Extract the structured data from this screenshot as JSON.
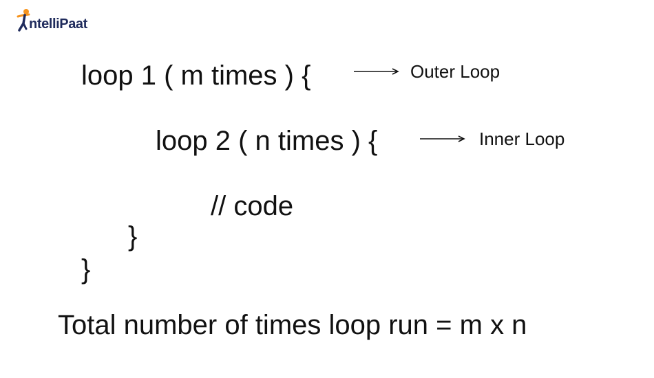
{
  "logo": {
    "brand": "IntelliPaat",
    "text": "ntelliPaat",
    "brand_color": "#1f2b5c",
    "accent_color": "#f7941d"
  },
  "code": {
    "outer_open": "loop 1  ( m times ) {",
    "inner_open": "loop 2  ( n times ) {",
    "body": "// code",
    "inner_close": "}",
    "outer_close": "}"
  },
  "labels": {
    "outer": "Outer Loop",
    "inner": "Inner Loop"
  },
  "summary": "Total number of times loop run = m x n"
}
